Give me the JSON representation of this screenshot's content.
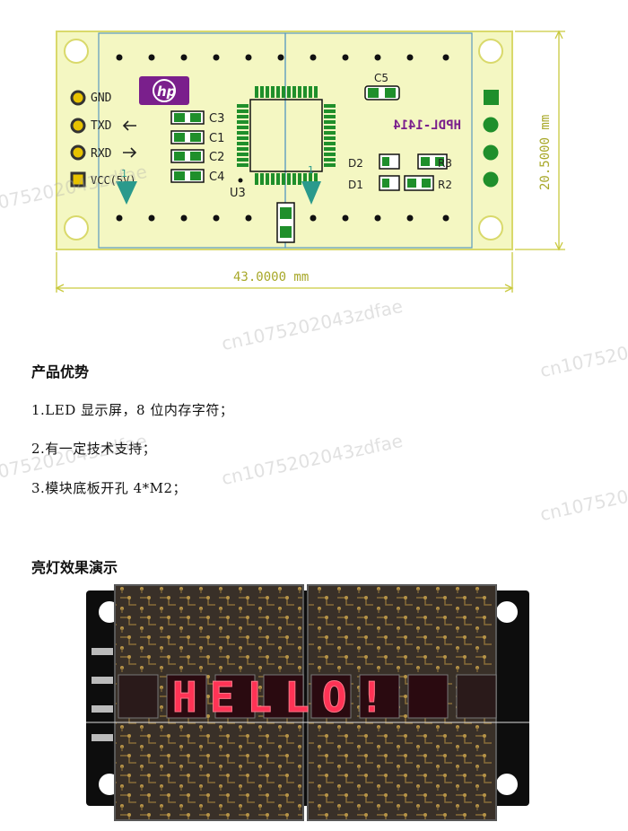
{
  "diagram": {
    "logo_text": "hp",
    "pins": [
      "GND",
      "TXD",
      "RXD",
      "VCC(5V)"
    ],
    "caps": [
      "C3",
      "C1",
      "C2",
      "C4"
    ],
    "c5": "C5",
    "u3": "U3",
    "chip_label": "HPDL-1414",
    "res_r3": "R3",
    "res_r2": "R2",
    "d2": "D2",
    "d1": "D1",
    "pin1_left": "1",
    "pin1_mid": "1",
    "dim_width": "43.0000 mm",
    "dim_height": "20.5000 mm",
    "colors": {
      "board": "#f4f7c2",
      "outline": "#d9d96b",
      "pad": "#1f8f2b",
      "silk": "#7a1f8c",
      "dim": "#c9c93e",
      "panel": "#5a9abf"
    }
  },
  "advantages": {
    "heading": "产品优势",
    "items": [
      "1.LED 显示屏，8 位内存字符；",
      "2.有一定技术支持；",
      "3.模块底板开孔 4*M2；"
    ]
  },
  "demo": {
    "heading": "亮灯效果演示",
    "display_text": "HELLO!"
  },
  "watermark": "cn1075202043zdfae"
}
